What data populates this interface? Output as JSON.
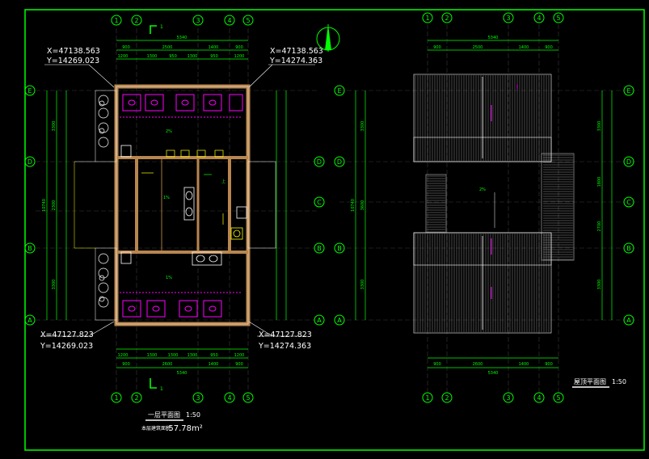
{
  "colors": {
    "background": "#000000",
    "frame": "#00ff00",
    "grid_bubble": "#00ff00",
    "dimension": "#00ff00",
    "wall": "#b8864e",
    "wall_edge": "#ffffff",
    "fixture": "#ff00ff",
    "coord_text": "#ffffff",
    "roof_line": "#c0c0c0",
    "label_yellow": "#ffff00",
    "tree": "#ffffff"
  },
  "grid_labels": {
    "columns": [
      "1",
      "2",
      "3",
      "4",
      "5"
    ],
    "rows_plan": [
      "E",
      "D",
      "C",
      "B",
      "A"
    ],
    "rows_roof": [
      "E",
      "D",
      "C",
      "B",
      "A"
    ]
  },
  "coords": {
    "top_left_x": "X=47138.563",
    "top_left_y": "Y=14269.023",
    "top_right_x": "X=47138.563",
    "top_right_y": "Y=14274.363",
    "bottom_left_x": "X=47127.823",
    "bottom_left_y": "Y=14269.023",
    "bottom_right_x": "X=47127.823",
    "bottom_right_y": "Y=14274.363"
  },
  "dims_plan_top": {
    "total": "5340",
    "row2": [
      "900",
      "2500",
      "1400",
      "900"
    ],
    "row3": [
      "1200",
      "1300",
      "950",
      "1300",
      "950",
      "1200"
    ]
  },
  "dims_plan_bottom": {
    "row1": [
      "1200",
      "1300",
      "1300",
      "1300",
      "950",
      "1200"
    ],
    "row2": [
      "900",
      "2600",
      "1400",
      "900"
    ],
    "total": "5340"
  },
  "dims_plan_left": {
    "outer": "10740",
    "segments": [
      "3300",
      "2300",
      "3300"
    ]
  },
  "dims_roof": {
    "top_total": "5340",
    "top_row": [
      "900",
      "2500",
      "1400",
      "900"
    ],
    "bottom_row": [
      "900",
      "2600",
      "1400",
      "900"
    ],
    "bottom_total": "5340",
    "left_total": "10740",
    "left_segs": [
      "3300",
      "3600",
      "3300"
    ],
    "right_segs": [
      "3300",
      "1800",
      "2700",
      "3300"
    ]
  },
  "section_marks": {
    "top": "1",
    "bottom": "1"
  },
  "titles": {
    "plan_title": "一层平面图",
    "plan_scale": "1:50",
    "plan_area_label": "本层建筑面积",
    "plan_area_value": ":57.78m²",
    "roof_title": "屋顶平面图",
    "roof_scale": "1:50"
  },
  "room_labels": {
    "slope": "1%",
    "slope2": "1%",
    "stair_up": "上",
    "center": "2%",
    "roof_center": "2%"
  }
}
